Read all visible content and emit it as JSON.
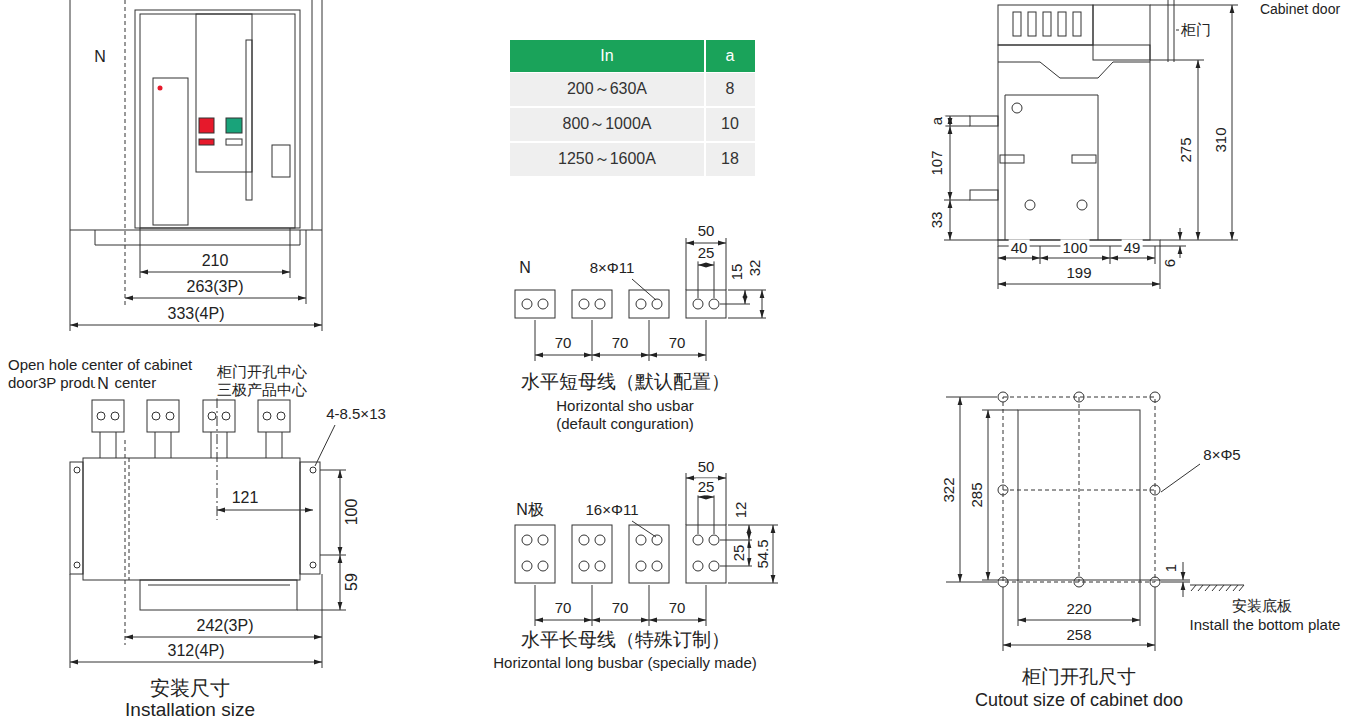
{
  "diagram": {
    "labels": [
      "N",
      "210",
      "263(3P)",
      "333(4P)",
      "Open hole center of cabinet door3P product center",
      "柜门开孔中心",
      "三极产品中心",
      "N",
      "4-8.5×13",
      "121",
      "100",
      "59",
      "242(3P)",
      "312(4P)",
      "安装尺寸",
      "Installation size",
      "In",
      "a",
      "200～630A",
      "8",
      "800～1000A",
      "10",
      "1250～1600A",
      "18",
      "50",
      "25",
      "15",
      "32",
      "N",
      "8×Φ11",
      "70",
      "70",
      "70",
      "水平短母线（默认配置）",
      "Horizontal sho usbar (default conguration)",
      "50",
      "25",
      "12",
      "25",
      "54.5",
      "N极",
      "16×Φ11",
      "70",
      "70",
      "70",
      "水平长母线（特殊订制）",
      "Horizontal long busbar (specially made)",
      "Cabinet door",
      "柜门",
      "a",
      "107",
      "33",
      "275",
      "310",
      "40",
      "100",
      "49",
      "6",
      "199",
      "322",
      "285",
      "8×Φ5",
      "1",
      "安装底板",
      "Install the bottom plate",
      "220",
      "258",
      "柜门开孔尺寸",
      "Cutout size of cabinet doo"
    ]
  }
}
